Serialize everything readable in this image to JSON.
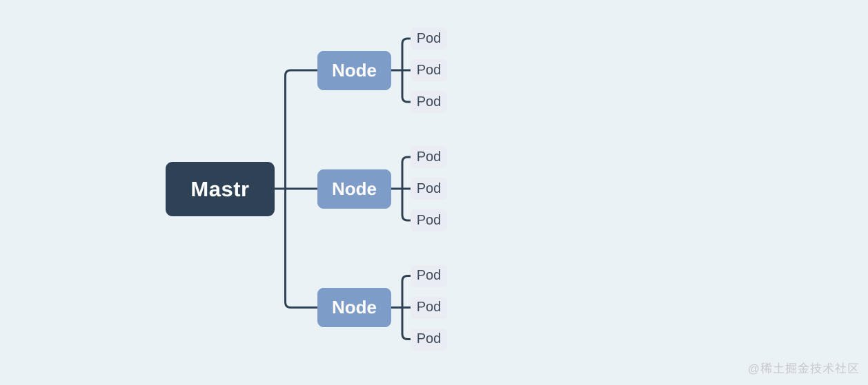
{
  "diagram": {
    "root": {
      "label": "Mastr"
    },
    "nodes": [
      {
        "label": "Node",
        "pods": [
          "Pod",
          "Pod",
          "Pod"
        ]
      },
      {
        "label": "Node",
        "pods": [
          "Pod",
          "Pod",
          "Pod"
        ]
      },
      {
        "label": "Node",
        "pods": [
          "Pod",
          "Pod",
          "Pod"
        ]
      }
    ]
  },
  "watermark": {
    "text": "@稀土掘金技术社区"
  },
  "colors": {
    "background": "#ebf2f6",
    "root_fill": "#2f4255",
    "root_text": "#ffffff",
    "node_fill": "#7e9cc8",
    "node_text": "#ffffff",
    "pod_fill": "#e9edf3",
    "pod_text": "#3d4a5c",
    "connector": "#2f4255",
    "watermark_text": "#c7cacf"
  }
}
